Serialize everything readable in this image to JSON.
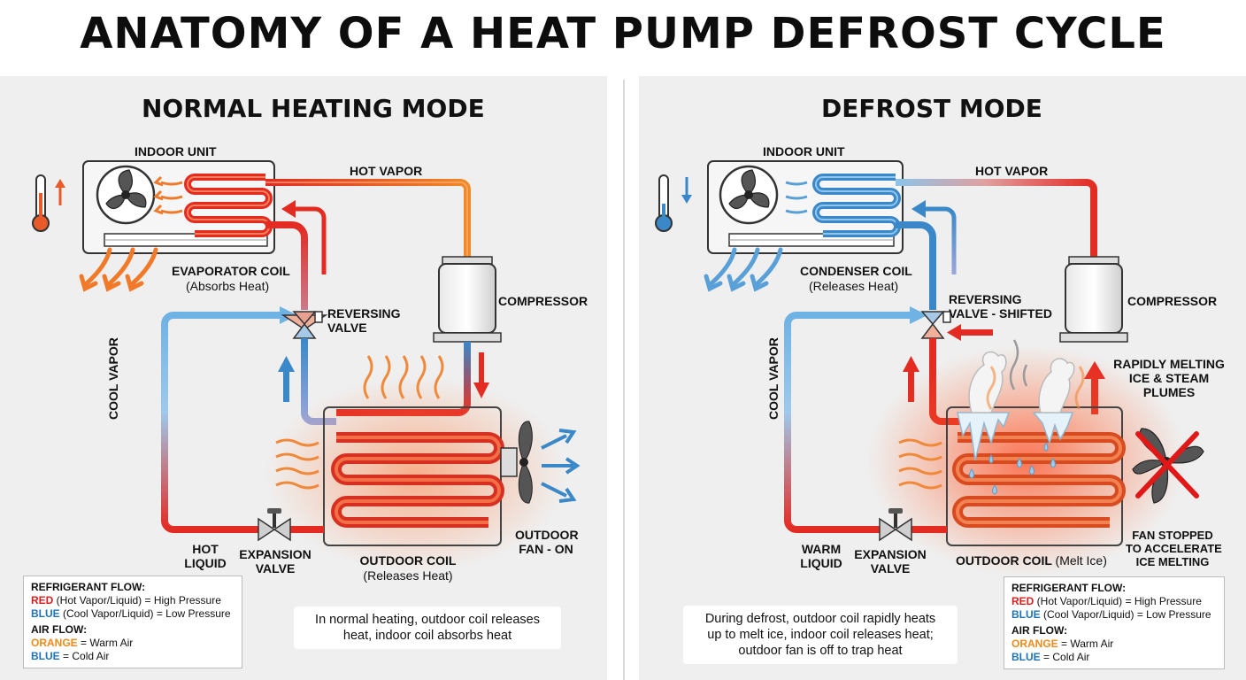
{
  "title": "ANATOMY OF A HEAT PUMP DEFROST CYCLE",
  "normal": {
    "heading": "NORMAL HEATING MODE",
    "indoor_unit": "INDOOR UNIT",
    "hot_vapor": "HOT VAPOR",
    "coil_name": "EVAPORATOR COIL",
    "coil_sub": "(Absorbs Heat)",
    "reversing_valve_1": "REVERSING",
    "reversing_valve_2": "VALVE",
    "compressor": "COMPRESSOR",
    "cool_vapor": "COOL VAPOR",
    "liquid_1": "HOT",
    "liquid_2": "LIQUID",
    "expansion_1": "EXPANSION",
    "expansion_2": "VALVE",
    "outdoor_coil": "OUTDOOR COIL",
    "outdoor_coil_sub": "(Releases Heat)",
    "fan_1": "OUTDOOR",
    "fan_2": "FAN - ON",
    "caption_1": "In normal heating, outdoor coil releases",
    "caption_2": "heat, indoor coil absorbs heat"
  },
  "defrost": {
    "heading": "DEFROST MODE",
    "indoor_unit": "INDOOR UNIT",
    "hot_vapor": "HOT VAPOR",
    "coil_name": "CONDENSER COIL",
    "coil_sub": "(Releases Heat)",
    "reversing_valve_1": "REVERSING",
    "reversing_valve_2": "VALVE - SHIFTED",
    "compressor": "COMPRESSOR",
    "melt_1": "RAPIDLY MELTING",
    "melt_2": "ICE & STEAM",
    "melt_3": "PLUMES",
    "cool_vapor": "COOL VAPOR",
    "liquid_1": "WARM",
    "liquid_2": "LIQUID",
    "expansion_1": "EXPANSION",
    "expansion_2": "VALVE",
    "outdoor_coil": "OUTDOOR COIL",
    "outdoor_coil_sub": "(Melt Ice)",
    "fan_1": "FAN STOPPED",
    "fan_2": "TO ACCELERATE",
    "fan_3": "ICE MELTING",
    "caption_1": "During defrost, outdoor coil rapidly heats",
    "caption_2": "up to melt ice, indoor coil releases heat;",
    "caption_3": "outdoor fan is off to trap heat"
  },
  "legend": {
    "refrigerant_heading": "REFRIGERANT FLOW:",
    "red_word": "RED",
    "red_desc": " (Hot Vapor/Liquid) = High Pressure",
    "blue_word": "BLUE",
    "blue_desc": " (Cool Vapor/Liquid) = Low Pressure",
    "air_heading": "AIR FLOW:",
    "orange_word": "ORANGE",
    "orange_desc": " = Warm Air",
    "blue_air_word": "BLUE",
    "blue_air_desc": " = Cold Air"
  },
  "colors": {
    "hot": "#e32b22",
    "hot_orange": "#f08a24",
    "cold": "#3a88c8",
    "cold_light": "#8cc4ea",
    "warm_air": "#f07a2a"
  },
  "icons": {
    "thermometer_up": "thermometer-rising-icon",
    "thermometer_down": "thermometer-falling-icon",
    "fan": "fan-icon",
    "fan_stopped": "fan-stopped-x-icon"
  }
}
